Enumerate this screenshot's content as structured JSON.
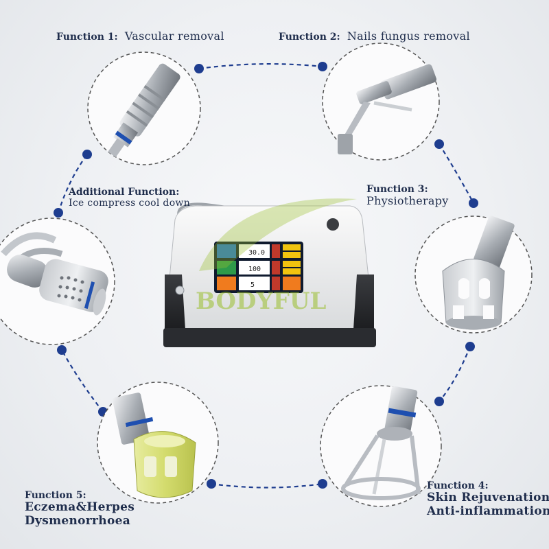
{
  "functions": [
    {
      "fn": "Function 1:",
      "desc": "Vascular removal"
    },
    {
      "fn": "Function 2:",
      "desc": "Nails fungus removal"
    },
    {
      "fn": "Function 3:",
      "desc": "Physiotherapy"
    },
    {
      "fn": "Function 4:",
      "desc1": "Skin Rejuvenation",
      "desc2": "Anti-inflammation"
    },
    {
      "fn": "Function 5:",
      "desc1": "Eczema&Herpes",
      "desc2": "Dysmenorrhoea"
    }
  ],
  "additional": {
    "fn": "Additional Function:",
    "desc": "Ice compress cool down"
  },
  "device": {
    "screen": {
      "value1": "30.0",
      "value2": "100",
      "value3": "5"
    },
    "watermark": "BODYFUL"
  },
  "colors": {
    "text": "#1f2d4c",
    "dot": "#1e3d8f",
    "screen_blue": "#1f6fd1",
    "screen_orange": "#f07b1e",
    "watermark": "#9bbf2e"
  }
}
